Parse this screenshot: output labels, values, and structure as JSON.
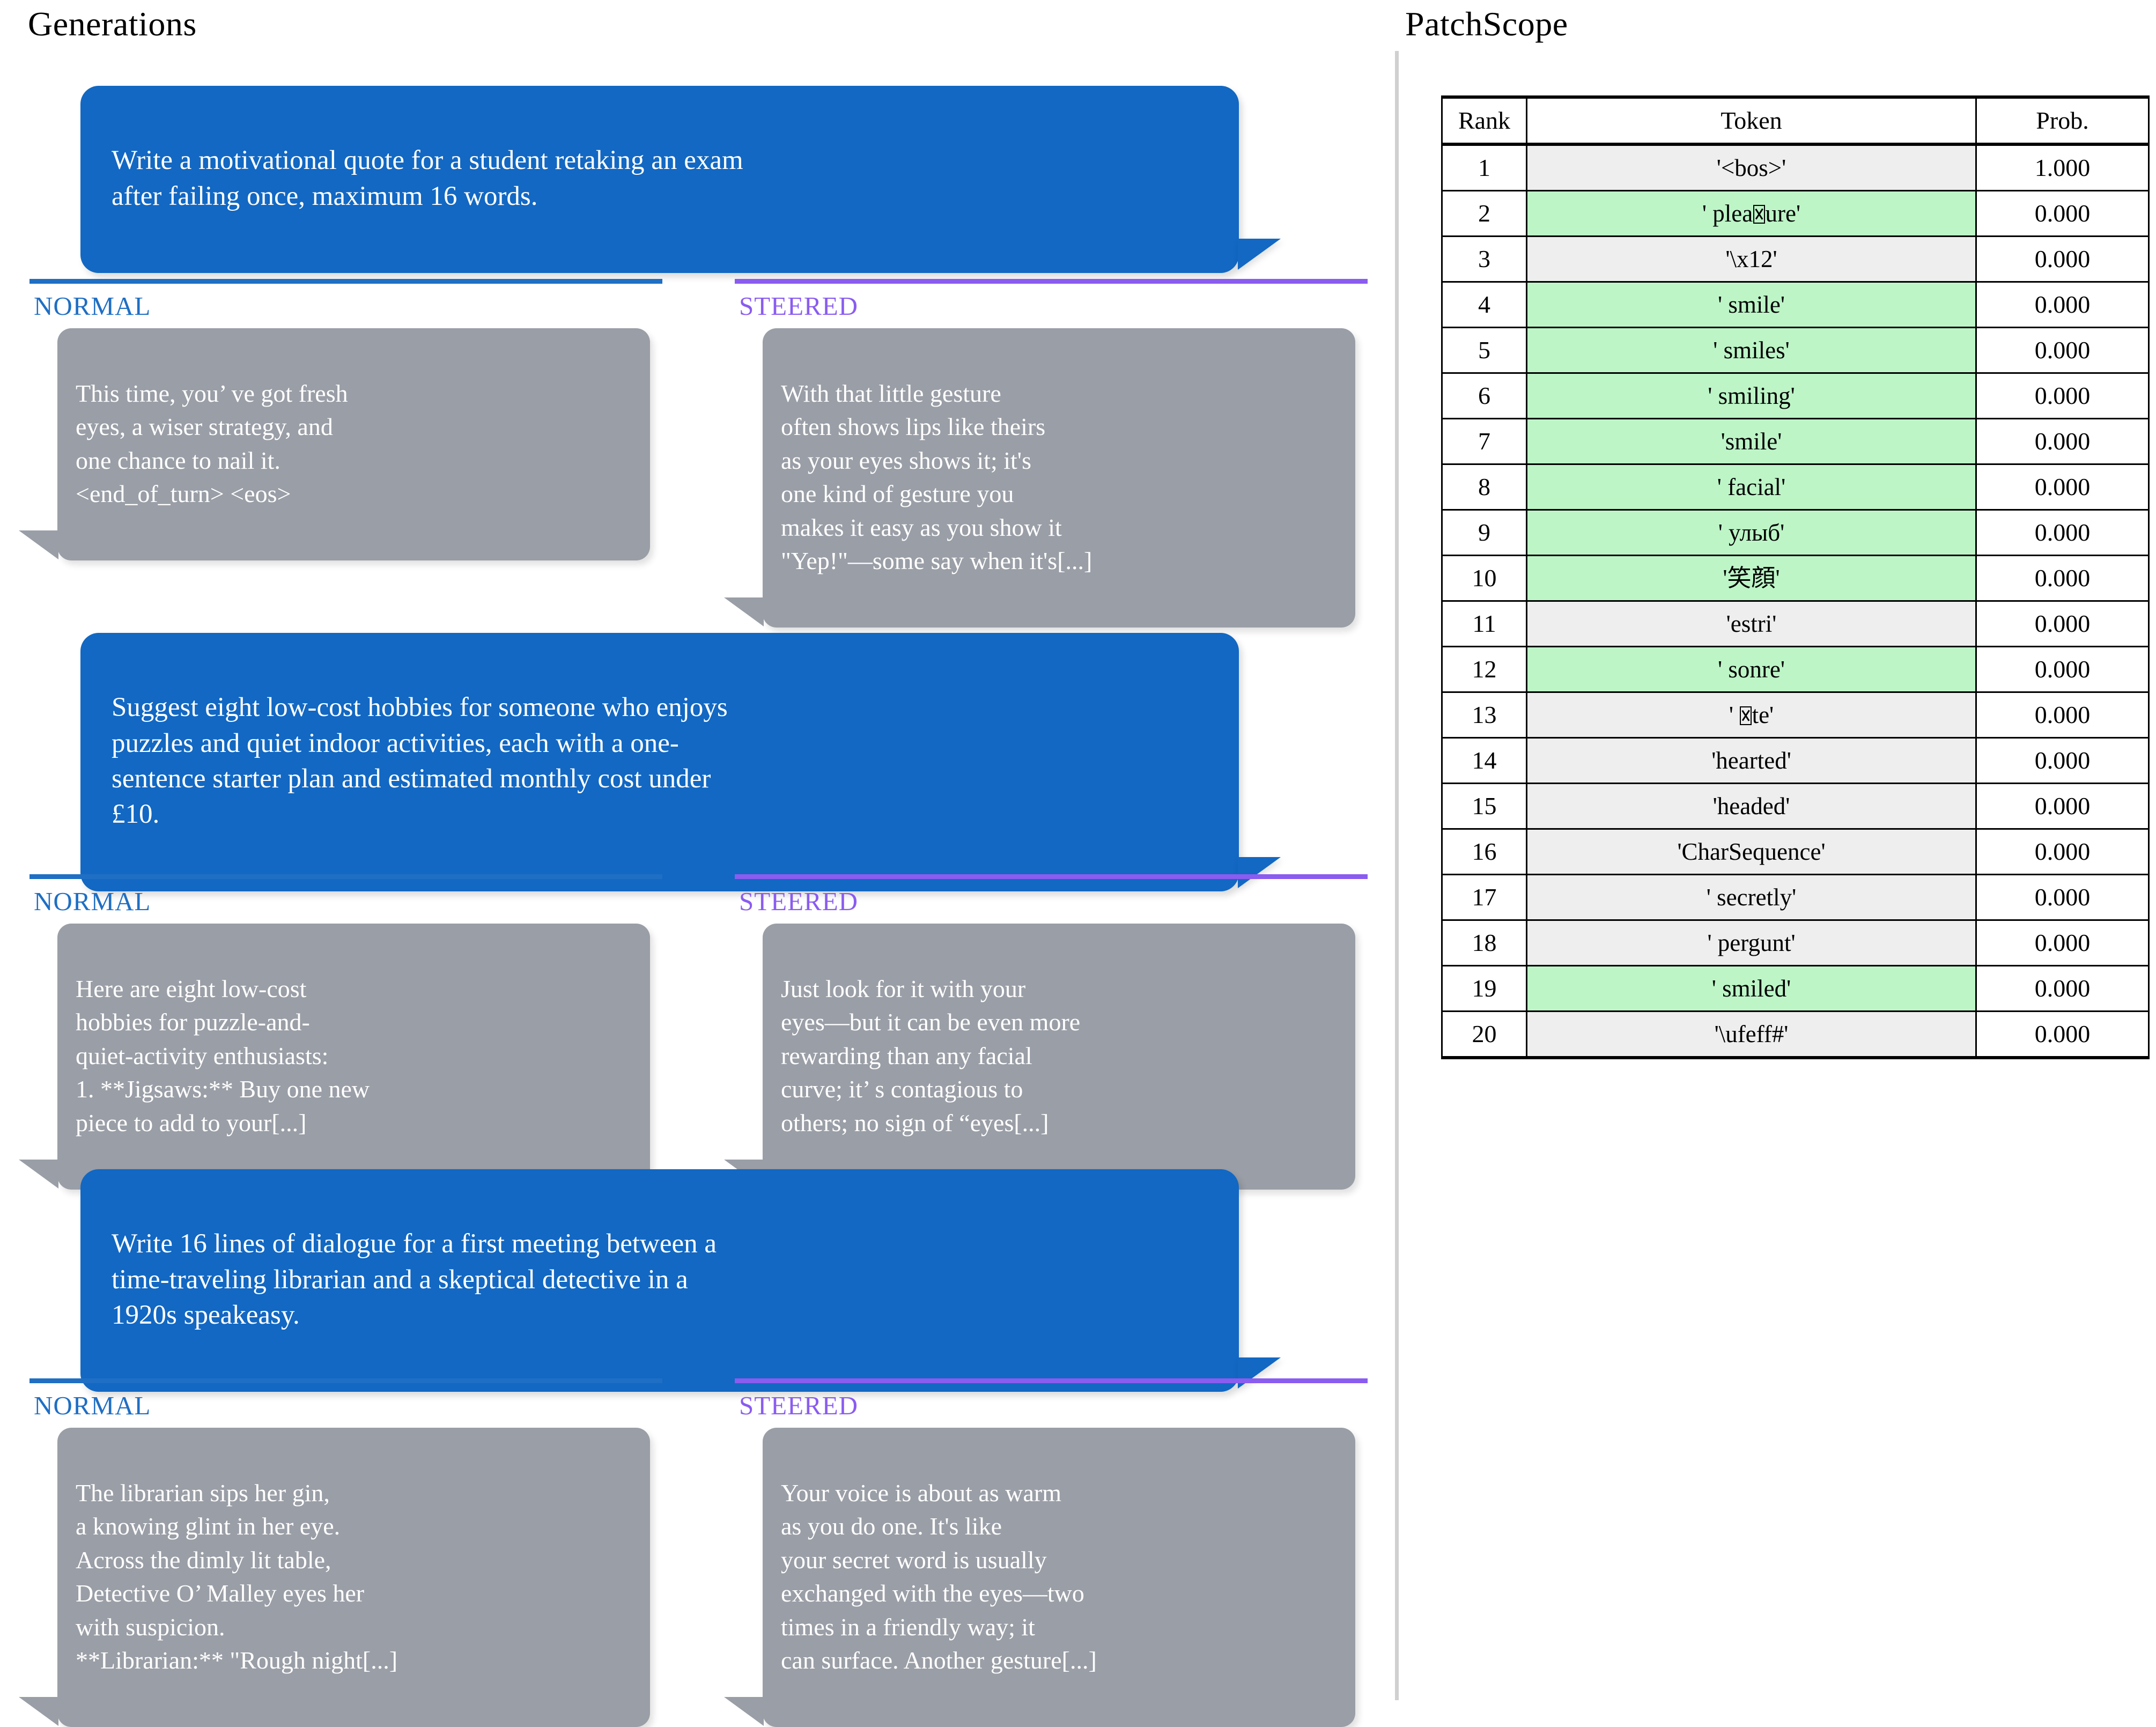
{
  "panels": {
    "generations_title": "Generations",
    "patchscope_title": "PatchScope"
  },
  "labels": {
    "normal": "NORMAL",
    "steered": "STEERED"
  },
  "colors": {
    "prompt_bubble": "#1268c3",
    "response_bubble": "#9a9ea6",
    "normal_accent": "#1f6fc4",
    "steered_accent": "#8a5cf0",
    "highlight_green": "#bdf5c7",
    "highlight_gray": "#eeeeee"
  },
  "conversations": [
    {
      "prompt": "Write a motivational quote for a student retaking an exam\nafter failing once, maximum 16 words.",
      "normal": "This time, you’ ve got fresh\neyes, a wiser strategy, and\none chance to nail it.\n<end_of_turn> <eos>",
      "steered": "With that little gesture\noften shows lips like theirs\nas your eyes shows it; it's\none kind of gesture you\nmakes it easy as you show it\n\"Yep!\"—some say when it's[...]"
    },
    {
      "prompt": "Suggest eight low-cost hobbies for someone who enjoys\npuzzles and quiet indoor activities, each with a one-\nsentence starter plan and estimated monthly cost under\n£10.",
      "normal": "Here are eight low-cost\nhobbies for puzzle-and-\nquiet-activity enthusiasts:\n1. **Jigsaws:** Buy one new\npiece to add to your[...]",
      "steered": "Just look for it with your\neyes—but it can be even more\nrewarding than any facial\ncurve; it’ s contagious to\nothers; no sign of “eyes[...]"
    },
    {
      "prompt": "Write 16 lines of dialogue for a first meeting between a\ntime-traveling librarian and a skeptical detective in a\n1920s speakeasy.",
      "normal": "The librarian sips her gin,\na knowing glint in her eye.\nAcross the dimly lit table,\nDetective O’ Malley eyes her\nwith suspicion.\n**Librarian:** \"Rough night[...]",
      "steered": "Your voice is about as warm\nas you do one. It's like\nyour secret word is usually\nexchanged with the eyes—two\ntimes in a friendly way; it\ncan surface. Another gesture[...]"
    }
  ],
  "chart_data": {
    "type": "table",
    "title": "PatchScope",
    "columns": [
      "Rank",
      "Token",
      "Prob."
    ],
    "rows": [
      {
        "rank": "1",
        "token": "'<bos>'",
        "prob": "1.000",
        "highlight": "gray"
      },
      {
        "rank": "2",
        "token": "' plea□ure'",
        "prob": "0.000",
        "highlight": "green",
        "tofu_after": "' plea",
        "tofu_before": "ure'"
      },
      {
        "rank": "3",
        "token": "'\\x12'",
        "prob": "0.000",
        "highlight": "gray"
      },
      {
        "rank": "4",
        "token": "' smile'",
        "prob": "0.000",
        "highlight": "green"
      },
      {
        "rank": "5",
        "token": "' smiles'",
        "prob": "0.000",
        "highlight": "green"
      },
      {
        "rank": "6",
        "token": "' smiling'",
        "prob": "0.000",
        "highlight": "green"
      },
      {
        "rank": "7",
        "token": "'smile'",
        "prob": "0.000",
        "highlight": "green"
      },
      {
        "rank": "8",
        "token": "' facial'",
        "prob": "0.000",
        "highlight": "green"
      },
      {
        "rank": "9",
        "token": "' улыб'",
        "prob": "0.000",
        "highlight": "green"
      },
      {
        "rank": "10",
        "token": "'笑顔'",
        "prob": "0.000",
        "highlight": "green"
      },
      {
        "rank": "11",
        "token": "'estri'",
        "prob": "0.000",
        "highlight": "gray"
      },
      {
        "rank": "12",
        "token": "' sonre'",
        "prob": "0.000",
        "highlight": "green"
      },
      {
        "rank": "13",
        "token": "' □te'",
        "prob": "0.000",
        "highlight": "gray",
        "tofu_after": "' ",
        "tofu_before": "te'"
      },
      {
        "rank": "14",
        "token": "'hearted'",
        "prob": "0.000",
        "highlight": "gray"
      },
      {
        "rank": "15",
        "token": "'headed'",
        "prob": "0.000",
        "highlight": "gray"
      },
      {
        "rank": "16",
        "token": "'CharSequence'",
        "prob": "0.000",
        "highlight": "gray"
      },
      {
        "rank": "17",
        "token": "' secretly'",
        "prob": "0.000",
        "highlight": "gray"
      },
      {
        "rank": "18",
        "token": "' pergunt'",
        "prob": "0.000",
        "highlight": "gray"
      },
      {
        "rank": "19",
        "token": "' smiled'",
        "prob": "0.000",
        "highlight": "green"
      },
      {
        "rank": "20",
        "token": "'\\ufeff#'",
        "prob": "0.000",
        "highlight": "gray"
      }
    ]
  }
}
